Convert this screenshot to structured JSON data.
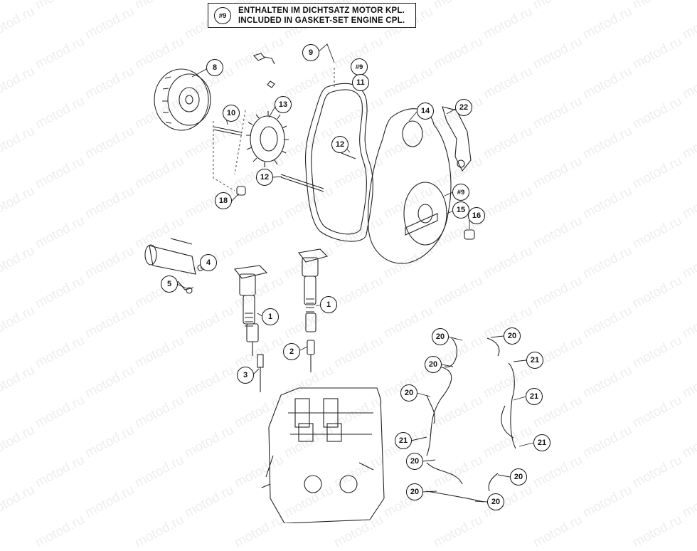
{
  "header": {
    "ref_label": "#9",
    "line1": "ENTHALTEN IM DICHTSATZ MOTOR KPL.",
    "line2": "INCLUDED IN GASKET-SET ENGINE CPL."
  },
  "watermark": "motod.ru",
  "callouts": [
    {
      "id": "c8",
      "label": "8"
    },
    {
      "id": "c9",
      "label": "9"
    },
    {
      "id": "c9a",
      "label": "#9"
    },
    {
      "id": "c11",
      "label": "11"
    },
    {
      "id": "c10",
      "label": "10"
    },
    {
      "id": "c13",
      "label": "13"
    },
    {
      "id": "c14",
      "label": "14"
    },
    {
      "id": "c22",
      "label": "22"
    },
    {
      "id": "c12a",
      "label": "12"
    },
    {
      "id": "c12b",
      "label": "12"
    },
    {
      "id": "c18",
      "label": "18"
    },
    {
      "id": "c9b",
      "label": "#9"
    },
    {
      "id": "c15",
      "label": "15"
    },
    {
      "id": "c16",
      "label": "16"
    },
    {
      "id": "c4",
      "label": "4"
    },
    {
      "id": "c5",
      "label": "5"
    },
    {
      "id": "c1a",
      "label": "1"
    },
    {
      "id": "c1b",
      "label": "1"
    },
    {
      "id": "c2",
      "label": "2"
    },
    {
      "id": "c3",
      "label": "3"
    },
    {
      "id": "c20a",
      "label": "20"
    },
    {
      "id": "c20b",
      "label": "20"
    },
    {
      "id": "c20c",
      "label": "20"
    },
    {
      "id": "c21a",
      "label": "21"
    },
    {
      "id": "c20d",
      "label": "20"
    },
    {
      "id": "c21b",
      "label": "21"
    },
    {
      "id": "c21c",
      "label": "21"
    },
    {
      "id": "c21d",
      "label": "21"
    },
    {
      "id": "c20e",
      "label": "20"
    },
    {
      "id": "c20f",
      "label": "20"
    },
    {
      "id": "c20g",
      "label": "20"
    },
    {
      "id": "c20h",
      "label": "20"
    }
  ]
}
